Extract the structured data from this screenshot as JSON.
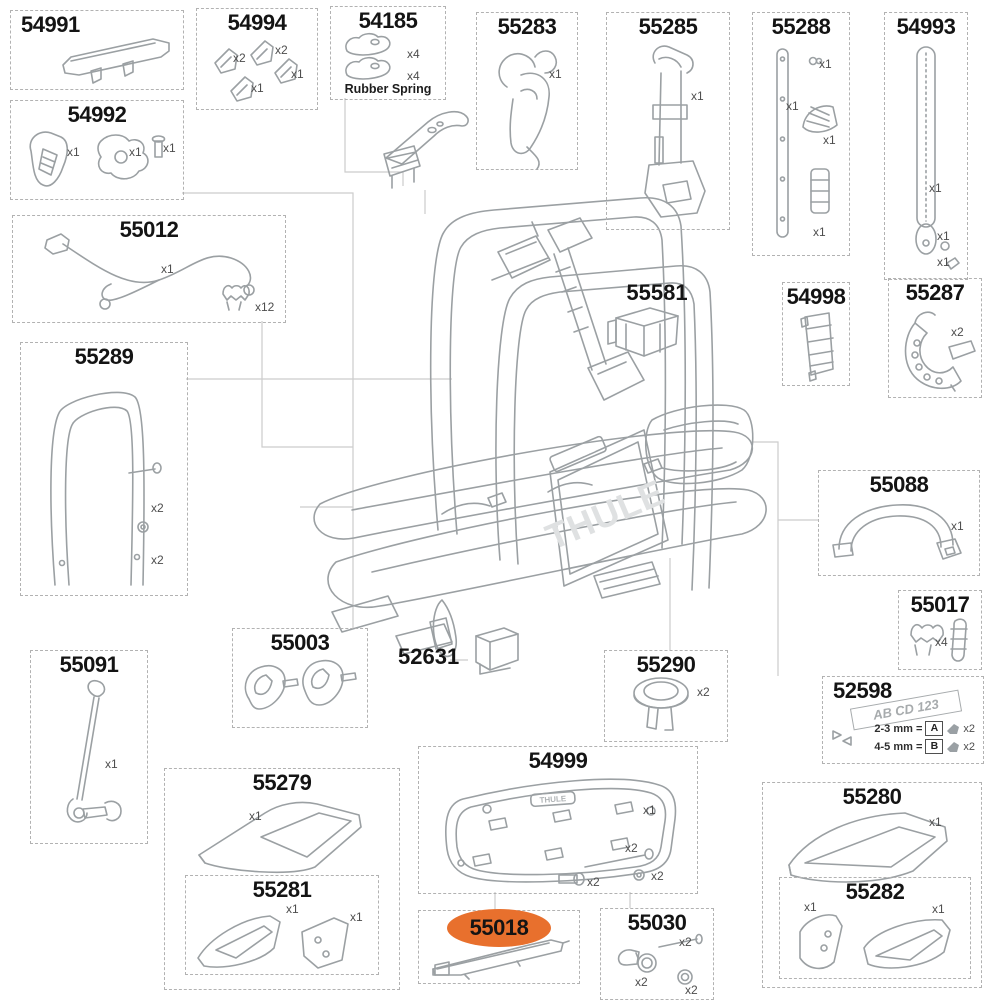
{
  "brand": "THULE",
  "highlight_color": "#e8702d",
  "labels": {
    "rubber_spring": "Rubber Spring"
  },
  "parts": {
    "p54991": {
      "id": "54991",
      "qty": []
    },
    "p54994": {
      "id": "54994",
      "qty": [
        "x2",
        "x2",
        "x1",
        "x1"
      ]
    },
    "p54185": {
      "id": "54185",
      "qty": [
        "x4",
        "x4"
      ],
      "caption": "Rubber Spring"
    },
    "p55283": {
      "id": "55283",
      "qty": [
        "x1"
      ]
    },
    "p55285": {
      "id": "55285",
      "qty": [
        "x1"
      ]
    },
    "p55288": {
      "id": "55288",
      "qty": [
        "x1",
        "x1",
        "x1",
        "x1"
      ]
    },
    "p54993": {
      "id": "54993",
      "qty": [
        "x1",
        "x1",
        "x1"
      ]
    },
    "p54992": {
      "id": "54992",
      "qty": [
        "x1",
        "x1",
        "x1"
      ]
    },
    "p55012": {
      "id": "55012",
      "qty": [
        "x1",
        "x12"
      ]
    },
    "p55289": {
      "id": "55289",
      "qty": [
        "x2",
        "x2"
      ]
    },
    "p55581": {
      "id": "55581",
      "qty": []
    },
    "p54998": {
      "id": "54998",
      "qty": []
    },
    "p55287": {
      "id": "55287",
      "qty": [
        "x2"
      ]
    },
    "p55088": {
      "id": "55088",
      "qty": [
        "x1"
      ]
    },
    "p55017": {
      "id": "55017",
      "qty": [
        "x4"
      ]
    },
    "p52598": {
      "id": "52598",
      "plate_text": "AB CD 123",
      "rows": [
        {
          "label": "2-3 mm =",
          "letter": "A",
          "qty": "x2"
        },
        {
          "label": "4-5 mm =",
          "letter": "B",
          "qty": "x2"
        }
      ]
    },
    "p55290": {
      "id": "55290",
      "qty": [
        "x2"
      ]
    },
    "p55003": {
      "id": "55003",
      "qty": []
    },
    "p52631": {
      "id": "52631",
      "qty": []
    },
    "p55091": {
      "id": "55091",
      "qty": [
        "x1"
      ]
    },
    "p55279": {
      "id": "55279",
      "qty": [
        "x1"
      ]
    },
    "p55281": {
      "id": "55281",
      "qty": [
        "x1",
        "x1"
      ]
    },
    "p54999": {
      "id": "54999",
      "qty": [
        "x1",
        "x2",
        "x2",
        "x2"
      ]
    },
    "p55018": {
      "id": "55018",
      "qty": [],
      "highlighted": true
    },
    "p55030": {
      "id": "55030",
      "qty": [
        "x2",
        "x2",
        "x2"
      ]
    },
    "p55280": {
      "id": "55280",
      "qty": [
        "x1"
      ]
    },
    "p55282": {
      "id": "55282",
      "qty": [
        "x1",
        "x1"
      ]
    }
  }
}
